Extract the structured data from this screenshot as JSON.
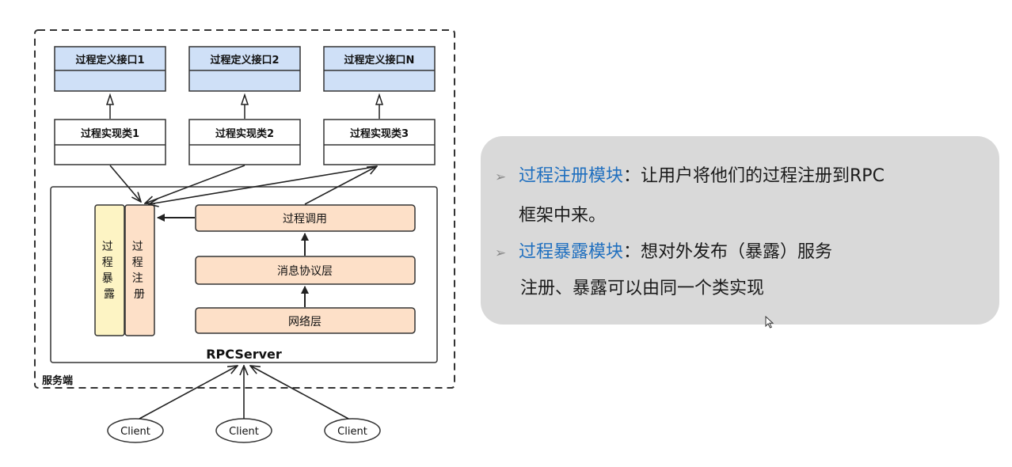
{
  "diagram": {
    "interfaces": [
      "过程定义接口1",
      "过程定义接口2",
      "过程定义接口N"
    ],
    "implementations": [
      "过程实现类1",
      "过程实现类2",
      "过程实现类3"
    ],
    "exposure_module": "过程暴露",
    "registration_module": "过程注册",
    "layers": {
      "invoke": "过程调用",
      "protocol": "消息协议层",
      "network": "网络层"
    },
    "server_label": "RPCServer",
    "server_side_label": "服务端",
    "clients": [
      "Client",
      "Client",
      "Client"
    ]
  },
  "panel": {
    "item1_keyword": "过程注册模块",
    "item1_text": "：让用户将他们的过程注册到RPC",
    "item1_cont": "框架中来。",
    "item2_keyword": "过程暴露模块",
    "item2_text": "：想对外发布（暴露）服务",
    "note": "注册、暴露可以由同一个类实现",
    "bullet_glyph": "➢"
  },
  "colors": {
    "interface_fill": "#cfe0f7",
    "layer_fill": "#fde0c8",
    "exposure_fill": "#fdf4c4",
    "keyword": "#1f6fbf",
    "panel_bg": "#d9d9d9"
  }
}
